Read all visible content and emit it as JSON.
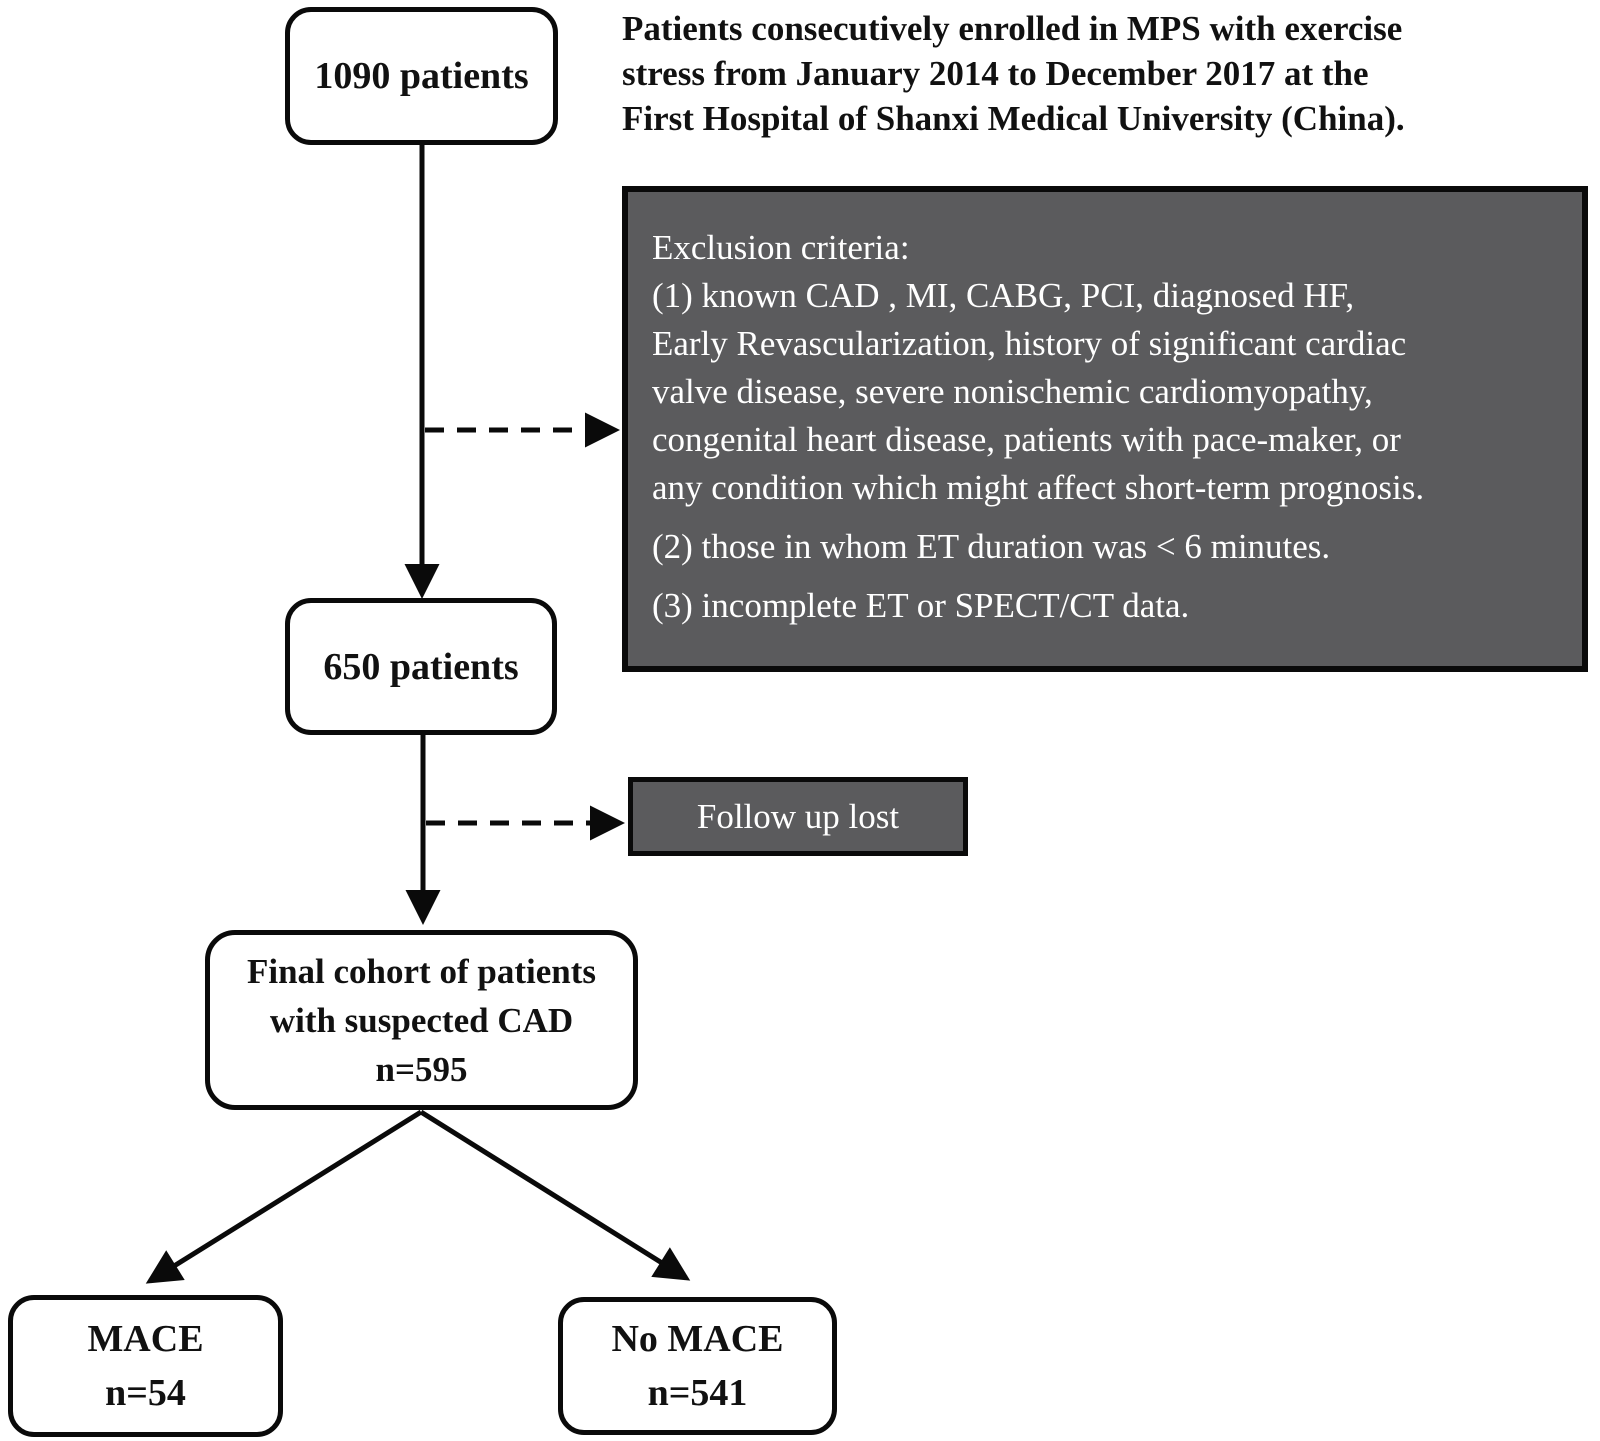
{
  "colors": {
    "box_fill_dark": "#5b5b5d",
    "box_border": "#0a0a0a",
    "text_dark": "#111111",
    "text_light": "#ffffff"
  },
  "nodes": {
    "patients_1090": {
      "label": "1090 patients"
    },
    "enrollment_note": {
      "lines": [
        "Patients consecutively enrolled in MPS with exercise",
        "stress from January 2014 to December 2017 at the",
        "First Hospital of Shanxi Medical University (China)."
      ]
    },
    "exclusion": {
      "lines": [
        "Exclusion criteria:",
        "(1) known CAD , MI, CABG, PCI, diagnosed HF,",
        "Early Revascularization, history of significant cardiac",
        "valve disease, severe nonischemic cardiomyopathy,",
        "congenital heart disease, patients with pace-maker, or",
        "any condition which might affect short-term prognosis.",
        "(2) those in whom ET duration was < 6 minutes.",
        "(3) incomplete ET or SPECT/CT data."
      ]
    },
    "patients_650": {
      "label": "650 patients"
    },
    "followup_lost": {
      "label": "Follow up lost"
    },
    "final_cohort": {
      "lines": [
        "Final cohort of patients",
        "with suspected CAD",
        "n=595"
      ]
    },
    "mace": {
      "lines": [
        "MACE",
        "n=54"
      ]
    },
    "no_mace": {
      "lines": [
        "No MACE",
        "n=541"
      ]
    }
  }
}
